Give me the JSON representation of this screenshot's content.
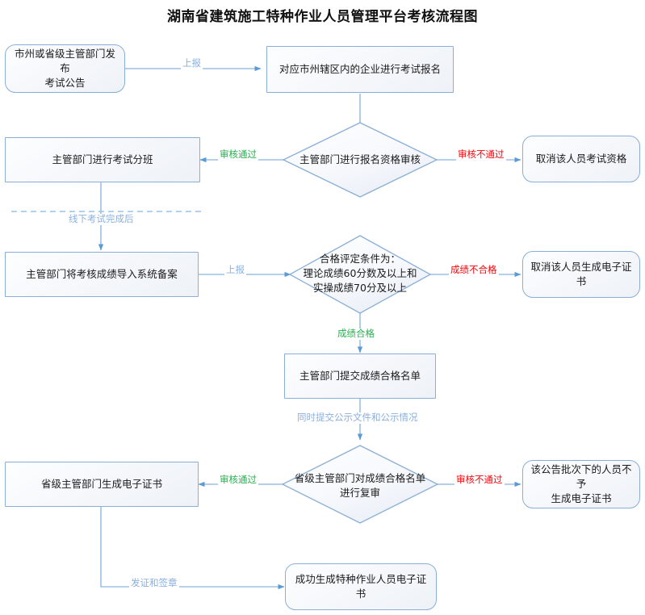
{
  "title": "湖南省建筑施工特种作业人员管理平台考核流程图",
  "colors": {
    "node_border": "#8aaed6",
    "node_fill_light": "#fdfeff",
    "node_fill_dark": "#eef2f8",
    "connector": "#9cc0e4",
    "arrow": "#5b9bd5",
    "label_blue": "#8ab0de",
    "label_green": "#22b14c",
    "label_red": "#fb0007",
    "title_text": "#111111"
  },
  "nodes": {
    "publish_notice": "市州或省级主管部门发布\n考试公告",
    "enterprise_signup": "对应市州辖区内的企业进行考试报名",
    "exam_class": "主管部门进行考试分班",
    "qualify_review": "主管部门进行报名资格审核",
    "cancel_exam_qualification": "取消该人员考试资格",
    "import_scores": "主管部门将考核成绩导入系统备案",
    "pass_criteria": "合格评定条件为：\n理论成绩60分数及以上和\n实操成绩70分及以上",
    "cancel_cert": "取消该人员生成电子证书",
    "submit_pass_list": "主管部门提交成绩合格名单",
    "province_recheck": "省级主管部门对成绩合格名单\n进行复审",
    "province_gen_cert": "省级主管部门生成电子证书",
    "no_cert_batch": "该公告批次下的人员不予\n生成电子证书",
    "cert_success": "成功生成特种作业人员电子证书"
  },
  "edge_labels": {
    "report_1": "上报",
    "review_pass_1": "审核通过",
    "review_fail_1": "审核不通过",
    "offline_done": "线下考试完成后",
    "report_2": "上报",
    "score_fail": "成绩不合格",
    "score_pass": "成绩合格",
    "submit_publicity": "同时提交公示文件和公示情况",
    "review_pass_2": "审核通过",
    "review_fail_2": "审核不通过",
    "issue_seal": "发证和签章"
  }
}
